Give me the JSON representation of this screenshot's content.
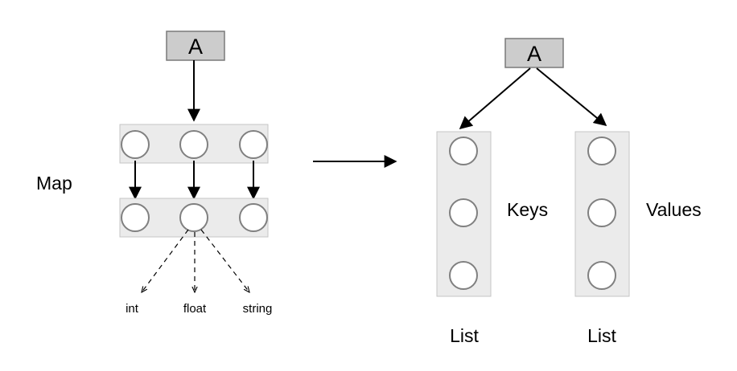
{
  "colors": {
    "node_fill": "#cccccc",
    "band_fill": "#ebebeb",
    "edge": "#000000"
  },
  "left": {
    "node_label": "A",
    "map_label": "Map",
    "types": [
      "int",
      "float",
      "string"
    ]
  },
  "right": {
    "node_label": "A",
    "keys_label": "Keys",
    "values_label": "Values",
    "keys_container_label": "List",
    "values_container_label": "List"
  }
}
